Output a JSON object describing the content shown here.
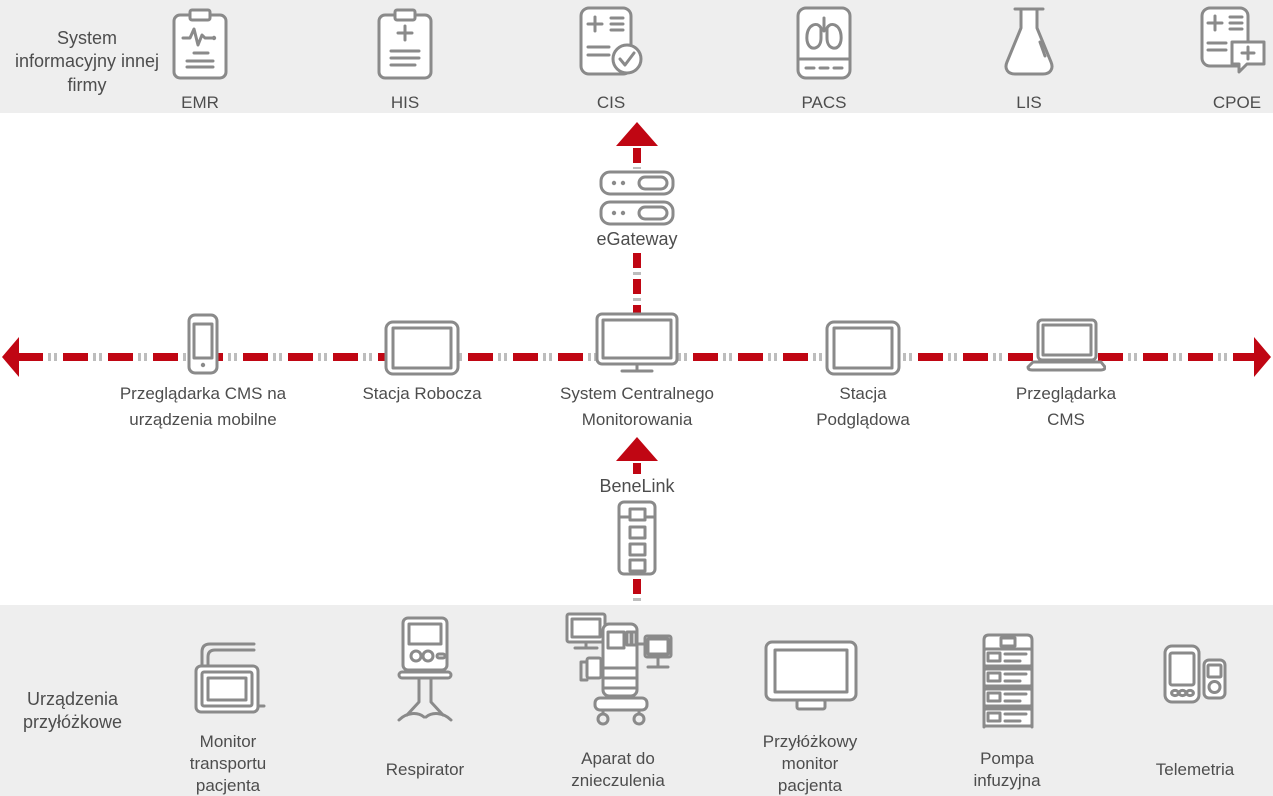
{
  "colors": {
    "accent_red": "#c00613",
    "band_background": "#eeeeee",
    "icon_stroke": "#8a8a8a",
    "text": "#4d4d4d",
    "dash_dot_gray": "#bdbdbd"
  },
  "top_band": {
    "label": "System informacyjny innej firmy",
    "items": [
      {
        "label": "EMR",
        "icon": "emr-clipboard-ecg-icon"
      },
      {
        "label": "HIS",
        "icon": "his-clipboard-plus-icon"
      },
      {
        "label": "CIS",
        "icon": "cis-order-check-icon"
      },
      {
        "label": "PACS",
        "icon": "pacs-xray-lungs-icon"
      },
      {
        "label": "LIS",
        "icon": "lis-lab-flask-icon"
      },
      {
        "label": "CPOE",
        "icon": "cpoe-order-message-icon"
      }
    ]
  },
  "gateway": {
    "label": "eGateway",
    "icon": "egateway-server-icon"
  },
  "main_row": {
    "devices": [
      {
        "label": "Przeglądarka CMS na urządzenia mobilne",
        "icon": "smartphone-icon"
      },
      {
        "label": "Stacja Robocza",
        "icon": "tablet-icon"
      },
      {
        "label": "System Centralnego Monitorowania",
        "icon": "desktop-monitor-icon"
      },
      {
        "label": "Stacja Podglądowa",
        "icon": "tablet-icon"
      },
      {
        "label": "Przeglądarka CMS",
        "icon": "laptop-icon"
      }
    ]
  },
  "benelink": {
    "label": "BeneLink",
    "icon": "benelink-module-icon"
  },
  "bottom_band": {
    "label": "Urządzenia przyłóżkowe",
    "items": [
      {
        "label": "Monitor transportu pacjenta",
        "icon": "transport-monitor-icon"
      },
      {
        "label": "Respirator",
        "icon": "ventilator-icon"
      },
      {
        "label": "Aparat do znieczulenia",
        "icon": "anesthesia-machine-icon"
      },
      {
        "label": "Przyłóżkowy monitor pacjenta",
        "icon": "bedside-monitor-icon"
      },
      {
        "label": "Pompa infuzyjna",
        "icon": "infusion-pump-icon"
      },
      {
        "label": "Telemetria",
        "icon": "telemetry-icon"
      }
    ]
  }
}
